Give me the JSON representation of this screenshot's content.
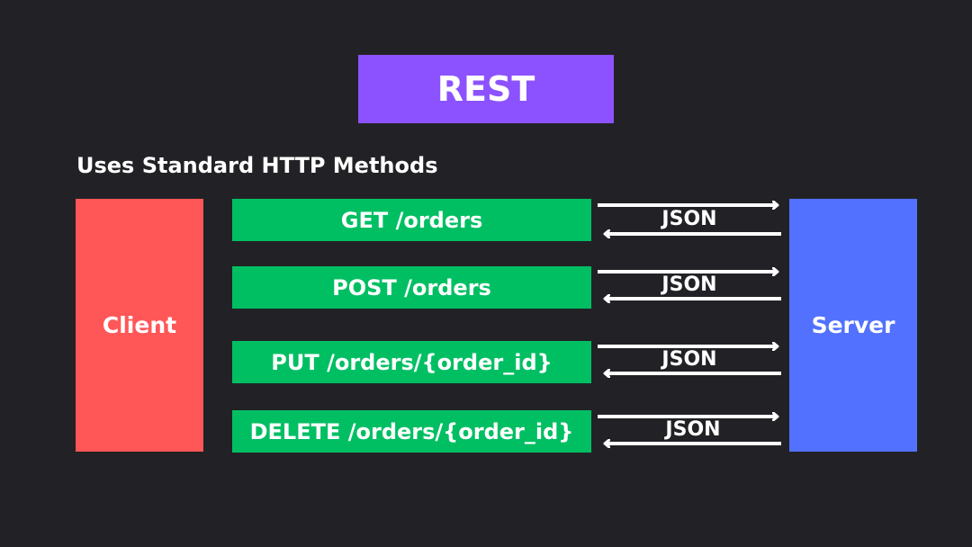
{
  "title": "REST",
  "subtitle": "Uses Standard HTTP Methods",
  "client": {
    "label": "Client"
  },
  "server": {
    "label": "Server"
  },
  "endpoints": [
    {
      "label": "GET /orders",
      "payload": "JSON"
    },
    {
      "label": "POST /orders",
      "payload": "JSON"
    },
    {
      "label": "PUT /orders/{order_id}",
      "payload": "JSON"
    },
    {
      "label": "DELETE /orders/{order_id}",
      "payload": "JSON"
    }
  ],
  "colors": {
    "background": "#222226",
    "title": "#8c52ff",
    "client": "#ff5757",
    "server": "#5271ff",
    "endpoint": "#00bf63",
    "arrow": "#ffffff"
  }
}
